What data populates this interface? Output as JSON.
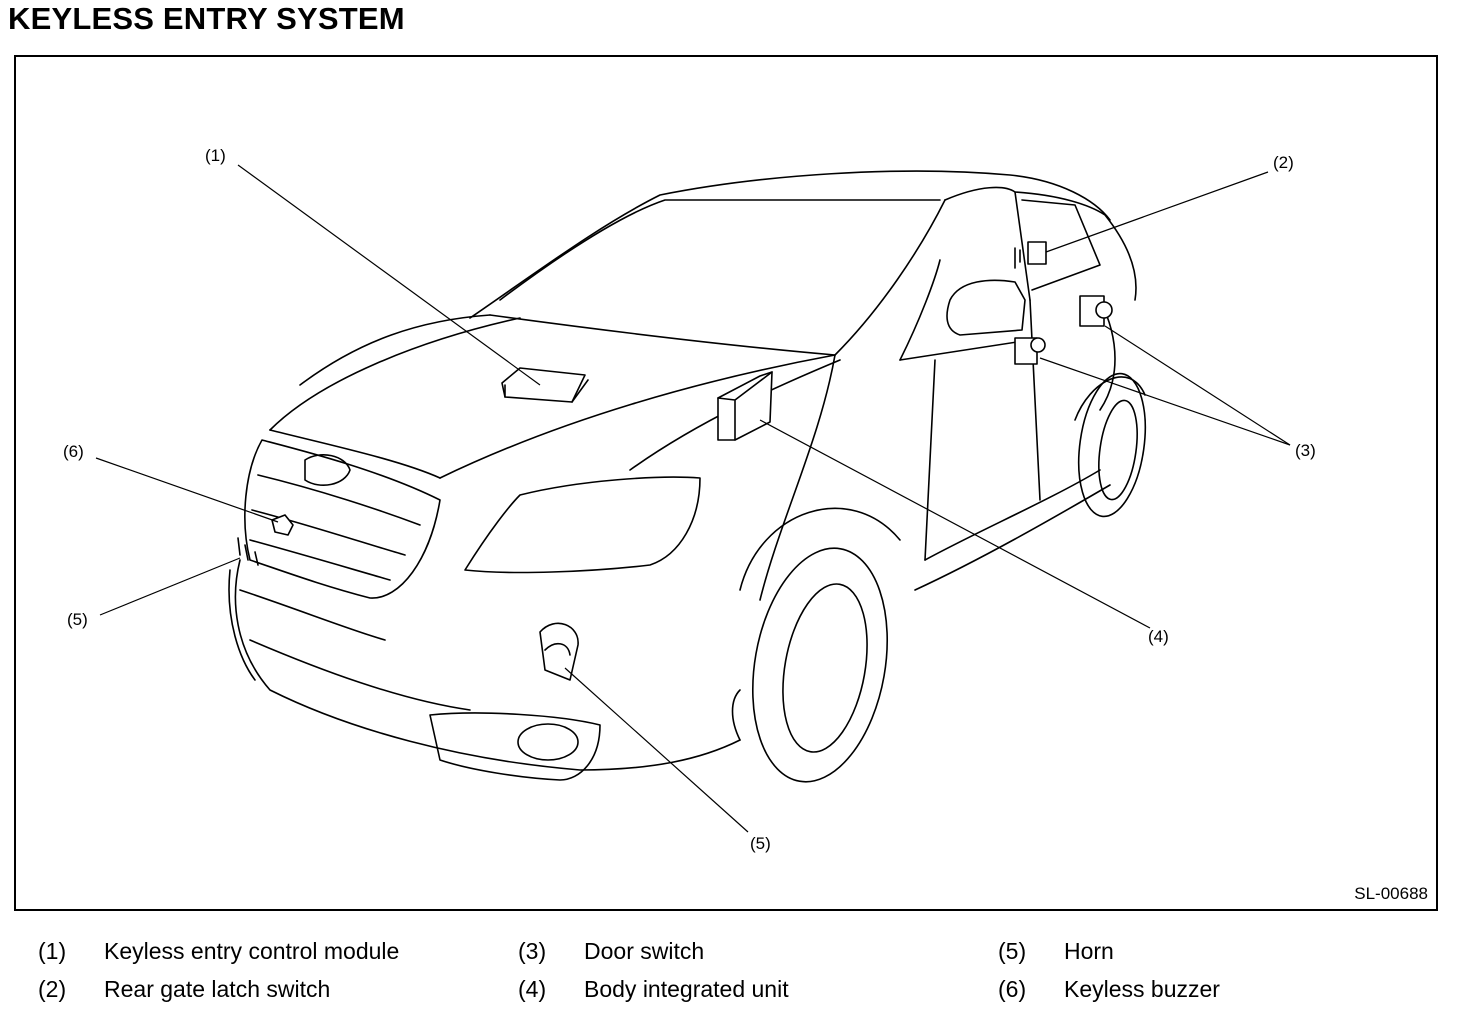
{
  "title": "KEYLESS ENTRY SYSTEM",
  "figure": {
    "code": "SL-00688",
    "callouts": [
      "(1)",
      "(2)",
      "(3)",
      "(4)",
      "(5)",
      "(6)",
      "(5)"
    ]
  },
  "legend": [
    {
      "num": "(1)",
      "label": "Keyless entry control module"
    },
    {
      "num": "(2)",
      "label": "Rear gate latch switch"
    },
    {
      "num": "(3)",
      "label": "Door switch"
    },
    {
      "num": "(4)",
      "label": "Body integrated unit"
    },
    {
      "num": "(5)",
      "label": "Horn"
    },
    {
      "num": "(6)",
      "label": "Keyless buzzer"
    }
  ]
}
